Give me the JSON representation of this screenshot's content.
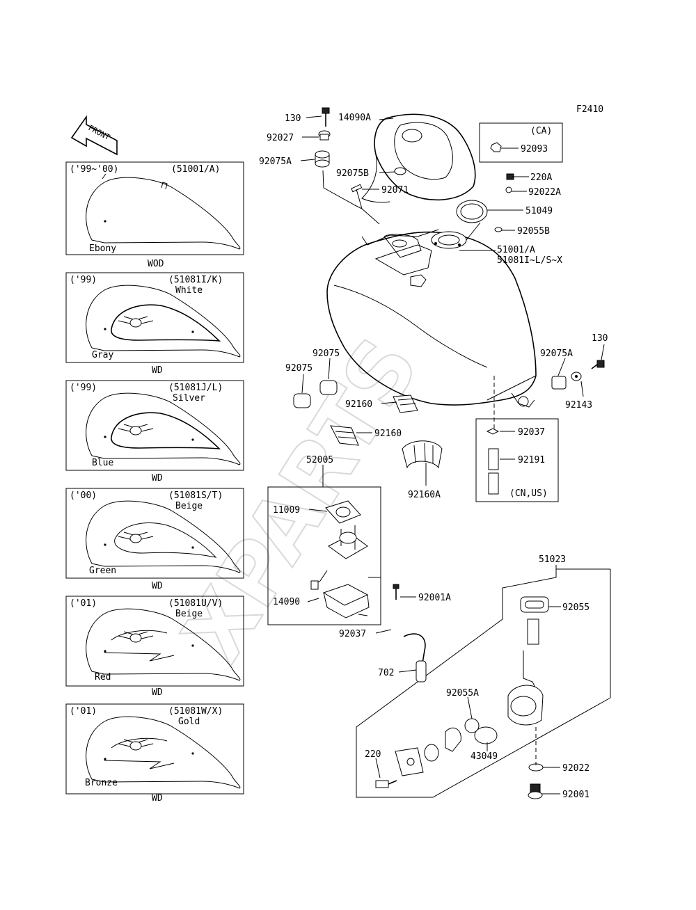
{
  "figure_code": "F2410",
  "watermark": "XPARTS",
  "front_label": "FRONT",
  "variants": [
    {
      "year": "('99~'00)",
      "part": "(51001/A)",
      "color_top": "",
      "color_bottom": "Ebony",
      "code": "WOD"
    },
    {
      "year": "('99)",
      "part": "(51081I/K)",
      "color_top": "White",
      "color_bottom": "Gray",
      "code": "WD"
    },
    {
      "year": "('99)",
      "part": "(51081J/L)",
      "color_top": "Silver",
      "color_bottom": "Blue",
      "code": "WD"
    },
    {
      "year": "('00)",
      "part": "(51081S/T)",
      "color_top": "Beige",
      "color_bottom": "Green",
      "code": "WD"
    },
    {
      "year": "('01)",
      "part": "(51081U/V)",
      "color_top": "Beige",
      "color_bottom": "Red",
      "code": "WD"
    },
    {
      "year": "('01)",
      "part": "(51081W/X)",
      "color_top": "Gold",
      "color_bottom": "Bronze",
      "code": "WD"
    }
  ],
  "ca_box": {
    "title": "(CA)",
    "part": "92093"
  },
  "cnus_box": {
    "title": "(CN,US)",
    "parts": [
      "92037",
      "92191"
    ]
  },
  "callouts": {
    "p130a": "130",
    "p14090A": "14090A",
    "p92027": "92027",
    "p92075A_left": "92075A",
    "p92075B": "92075B",
    "p92071": "92071",
    "p220A": "220A",
    "p92022A": "92022A",
    "p51049": "51049",
    "p92055B": "92055B",
    "p51001A": "51001/A",
    "p51081": "51081I~L/S~X",
    "p130b": "130",
    "p92075A_right": "92075A",
    "p92143": "92143",
    "p92075_top": "92075",
    "p92075_left": "92075",
    "p92160_a": "92160",
    "p92160_b": "92160",
    "p92160A": "92160A",
    "p52005": "52005",
    "p11009": "11009",
    "p14090": "14090",
    "p92001A": "92001A",
    "p92037": "92037",
    "p702": "702",
    "p51023": "51023",
    "p92055": "92055",
    "p92055A": "92055A",
    "p43049": "43049",
    "p220": "220",
    "p92022": "92022",
    "p92001": "92001"
  }
}
